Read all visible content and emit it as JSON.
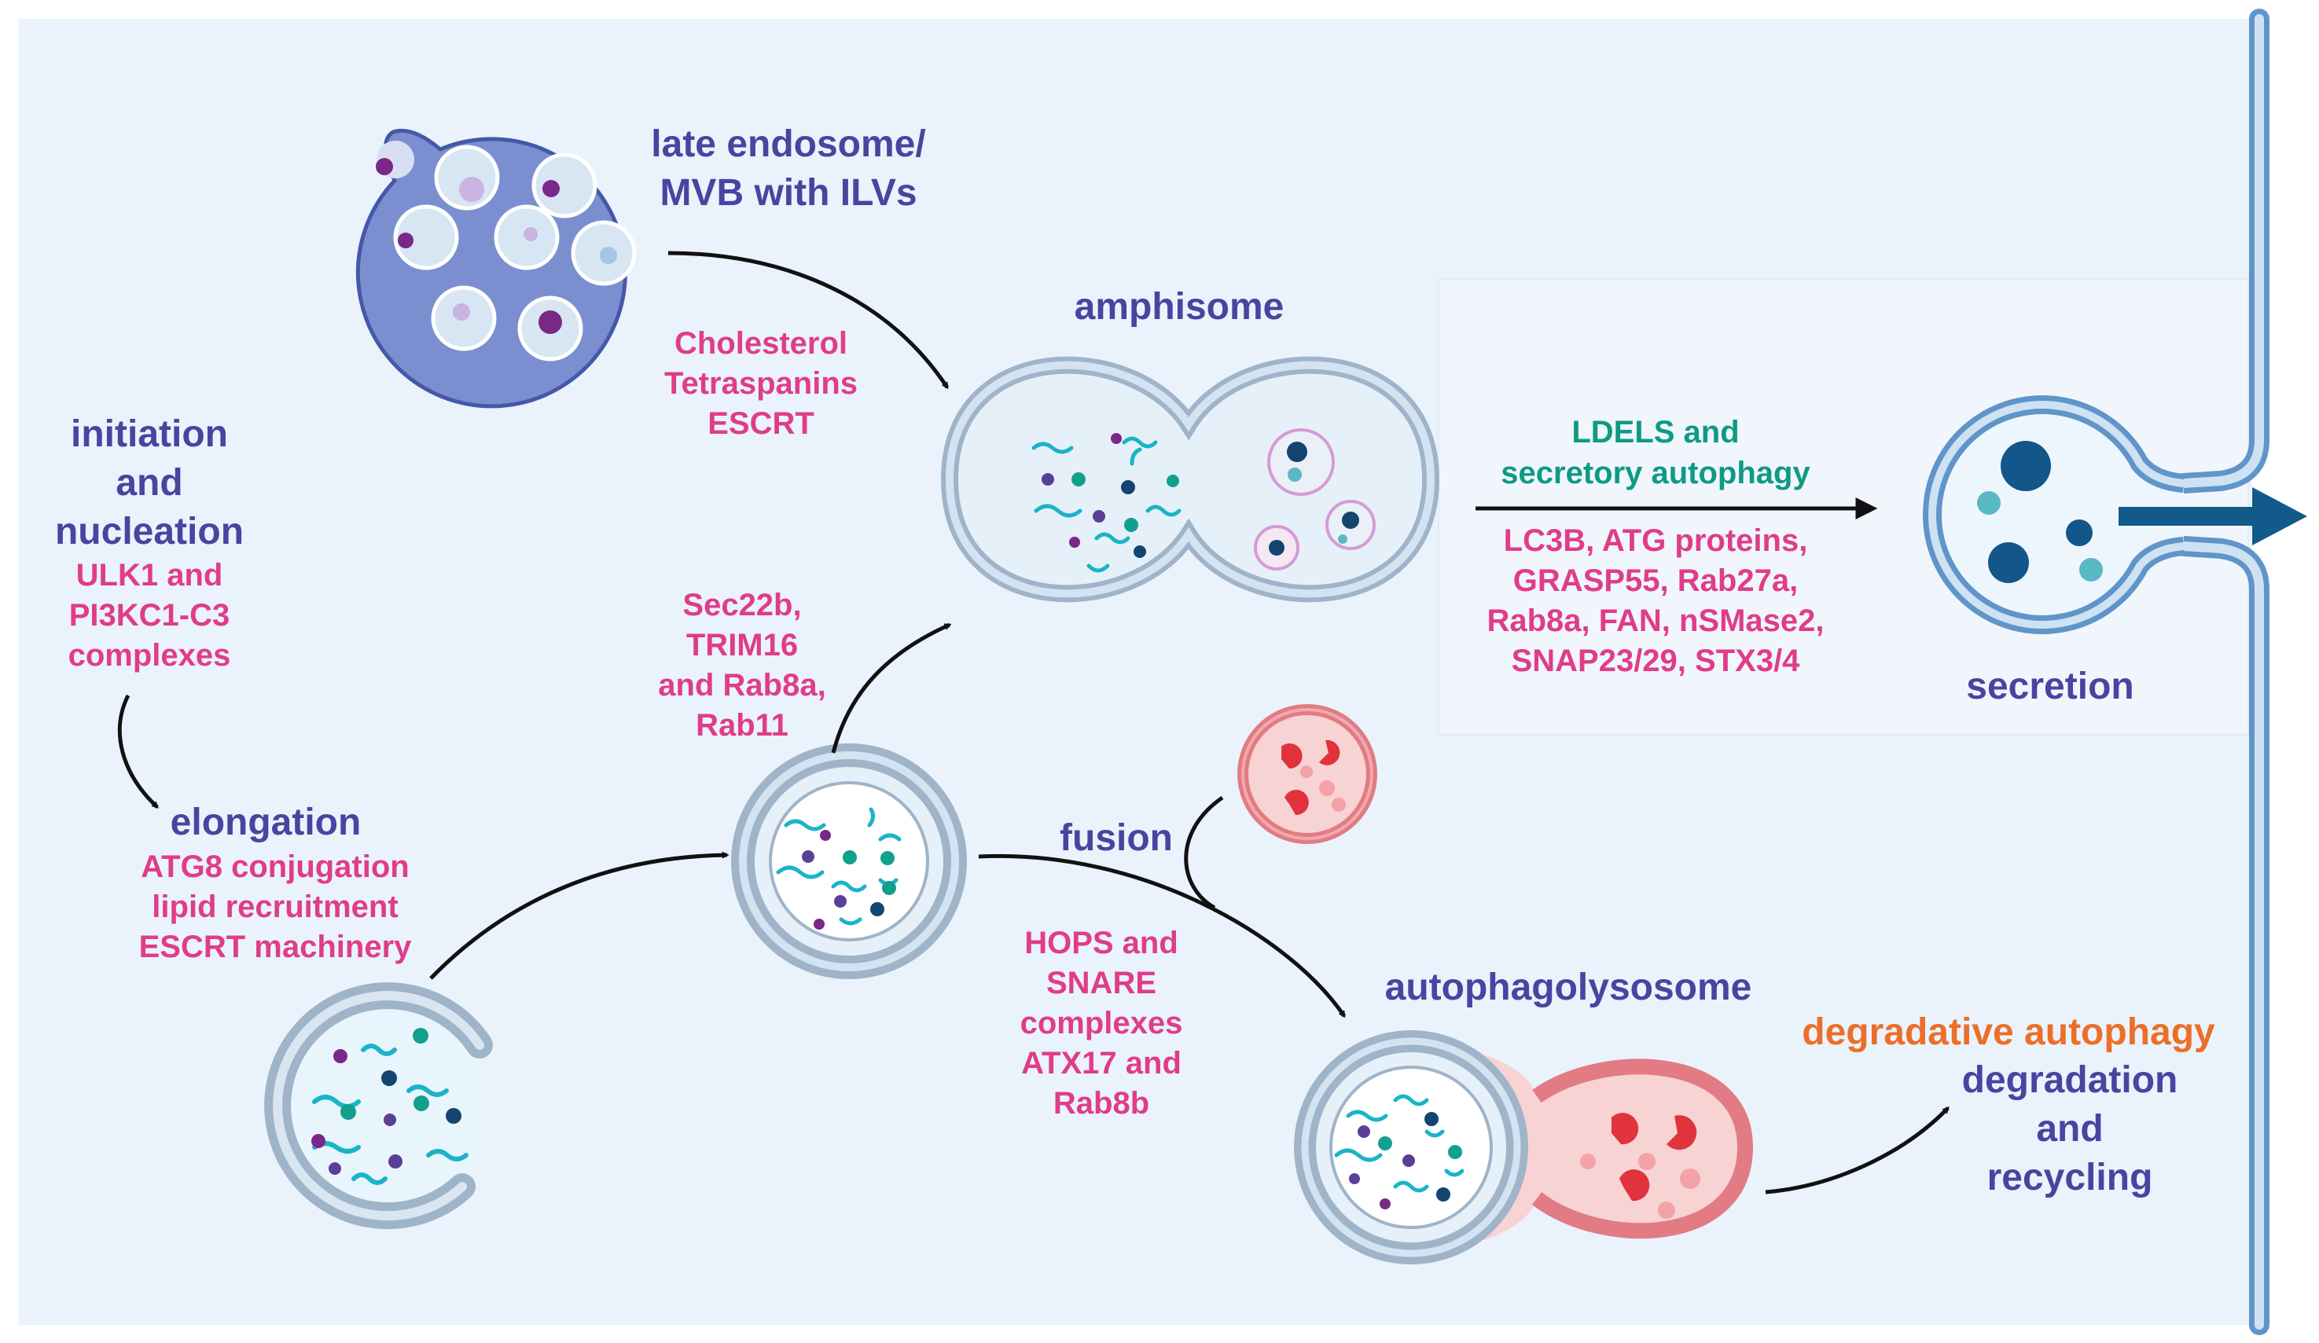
{
  "colors": {
    "background": "#eaf3fb",
    "title": "#4b43a0",
    "factor": "#e03c8a",
    "secretory": "#0d9a86",
    "degradative": "#ec6e29",
    "membrane": "#9fb4c8",
    "lysosome": "#e27b83",
    "mvb": "#7b8fd0",
    "arrow": "#111111",
    "exit_arrow": "#125a8a"
  },
  "labels": {
    "late_endosome": [
      "late endosome/",
      "MVB with ILVs"
    ],
    "endosome_factors": [
      "Cholesterol",
      "Tetraspanins",
      "ESCRT"
    ],
    "amphisome": "amphisome",
    "initiation": [
      "initiation",
      "and",
      "nucleation"
    ],
    "initiation_factors": [
      "ULK1 and",
      "PI3KC1-C3",
      "complexes"
    ],
    "elongation": "elongation",
    "elongation_factors": [
      "ATG8 conjugation",
      "lipid recruitment",
      "ESCRT machinery"
    ],
    "amphisome_factors": [
      "Sec22b,",
      "TRIM16",
      "and Rab8a,",
      "Rab11"
    ],
    "secretory_route": [
      "LDELS and",
      "secretory autophagy"
    ],
    "secretory_factors": [
      "LC3B, ATG proteins,",
      "GRASP55, Rab27a,",
      "Rab8a, FAN, nSMase2,",
      "SNAP23/29, STX3/4"
    ],
    "secretion": "secretion",
    "fusion": "fusion",
    "fusion_factors": [
      "HOPS and",
      "SNARE",
      "complexes",
      "ATX17 and",
      "Rab8b"
    ],
    "autophagolysosome": "autophagolysosome",
    "degradative": "degradative autophagy",
    "degradation": [
      "degradation",
      "and",
      "recycling"
    ]
  },
  "icons": [
    "mvb-icon",
    "phagophore-icon",
    "autophagosome-icon",
    "amphisome-icon",
    "lysosome-icon",
    "autophagolysosome-icon",
    "secretory-vesicle-icon",
    "plasma-membrane-icon"
  ]
}
